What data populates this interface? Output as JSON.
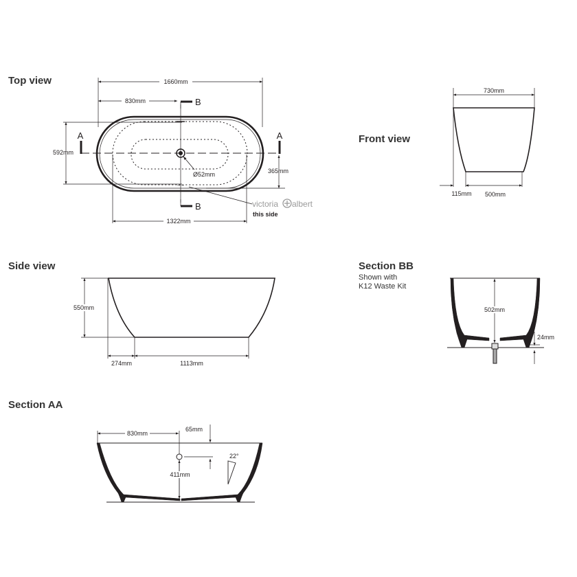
{
  "views": {
    "top": {
      "title": "Top view",
      "dims": {
        "overall_length": "1660mm",
        "half_length": "830mm",
        "width": "592mm",
        "waste_offset": "365mm",
        "waste_diameter": "Ø52mm",
        "base_length": "1322mm"
      },
      "section_markers": {
        "a": "A",
        "b": "B"
      },
      "brand": {
        "name_left": "victoria",
        "name_right": "albert",
        "note": "this side"
      }
    },
    "front": {
      "title": "Front view",
      "dims": {
        "top_width": "730mm",
        "offset": "115mm",
        "base_width": "500mm"
      }
    },
    "side": {
      "title": "Side view",
      "dims": {
        "height": "550mm",
        "offset": "274mm",
        "base_length": "1113mm"
      }
    },
    "section_bb": {
      "title": "Section BB",
      "subtitle_line1": "Shown with",
      "subtitle_line2": "K12 Waste Kit",
      "dims": {
        "depth": "502mm",
        "clearance": "24mm"
      }
    },
    "section_aa": {
      "title": "Section AA",
      "dims": {
        "half_length": "830mm",
        "overflow_drop": "65mm",
        "overflow_height": "411mm",
        "angle": "22°"
      }
    }
  },
  "colors": {
    "line": "#231f20",
    "text": "#333333",
    "brand": "#9a9a9a",
    "background": "#ffffff"
  }
}
